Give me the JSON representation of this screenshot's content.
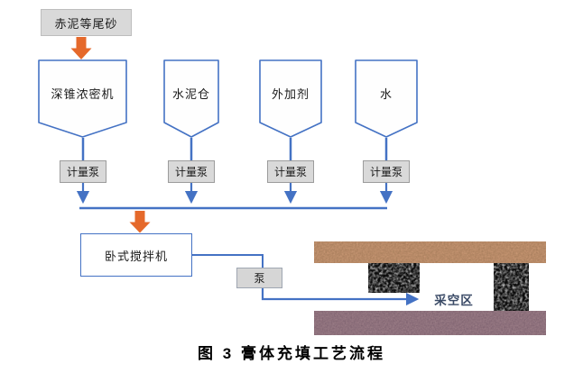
{
  "figure": {
    "caption": "图 3  膏体充填工艺流程"
  },
  "colors": {
    "blue": "#4472C4",
    "orange": "#E5692B",
    "gray_fill": "#D9D9D9",
    "gray_border": "#9C9C9C",
    "top_stratum": "#C79673",
    "bottom_stratum": "#9C7E87",
    "pillar": "#0B0B0B",
    "goaf_text": "#3A4A66"
  },
  "nodes": {
    "source": "赤泥等尾砂",
    "hoppers": [
      {
        "label": "深锥浓密机"
      },
      {
        "label": "水泥仓"
      },
      {
        "label": "外加剂"
      },
      {
        "label": "水"
      }
    ],
    "metering_pumps": [
      "计量泵",
      "计量泵",
      "计量泵",
      "计量泵"
    ],
    "mixer": "卧式搅拌机",
    "pump": "泵",
    "goaf": "采空区"
  }
}
